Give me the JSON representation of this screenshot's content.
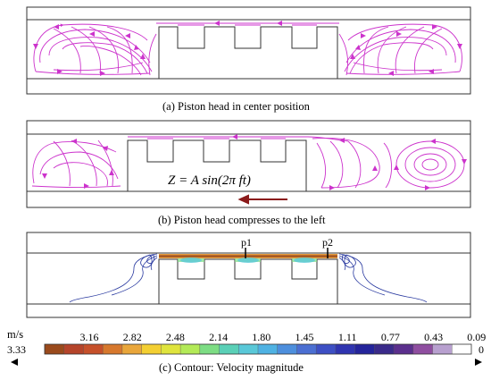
{
  "panels": [
    {
      "id": "a",
      "caption": "(a)  Piston head in center position"
    },
    {
      "id": "b",
      "caption": "(b)  Piston head compresses to the left",
      "equation": "Z = A sin(2π ft)"
    },
    {
      "id": "c",
      "caption": "(c)  Contour: Velocity magnitude",
      "probe_labels": [
        "p1",
        "p2"
      ]
    }
  ],
  "colorbar": {
    "unit": "m/s",
    "tick_labels": [
      "3.16",
      "2.82",
      "2.48",
      "2.14",
      "1.80",
      "1.45",
      "1.11",
      "0.77",
      "0.43",
      "0.09"
    ],
    "left_end_label": "3.33",
    "right_end_label": "0",
    "colors": [
      "#9a4a1c",
      "#b5442a",
      "#c6502a",
      "#d7782d",
      "#e9a63a",
      "#f3cf32",
      "#dfe43d",
      "#b3ea57",
      "#7ddd84",
      "#5ad0b7",
      "#59c8d8",
      "#4fb2e3",
      "#4d8fdd",
      "#4b6fd2",
      "#3d4fc4",
      "#2f34b0",
      "#24249b",
      "#3a2a8a",
      "#5b2f8d",
      "#8f4ea0",
      "#b8a0cf",
      "#ffffff"
    ]
  },
  "colors": {
    "streamline": "#cc33cc",
    "contour": "#2a3aa0",
    "arrow": "#8b1a1a",
    "frame": "#333333"
  }
}
